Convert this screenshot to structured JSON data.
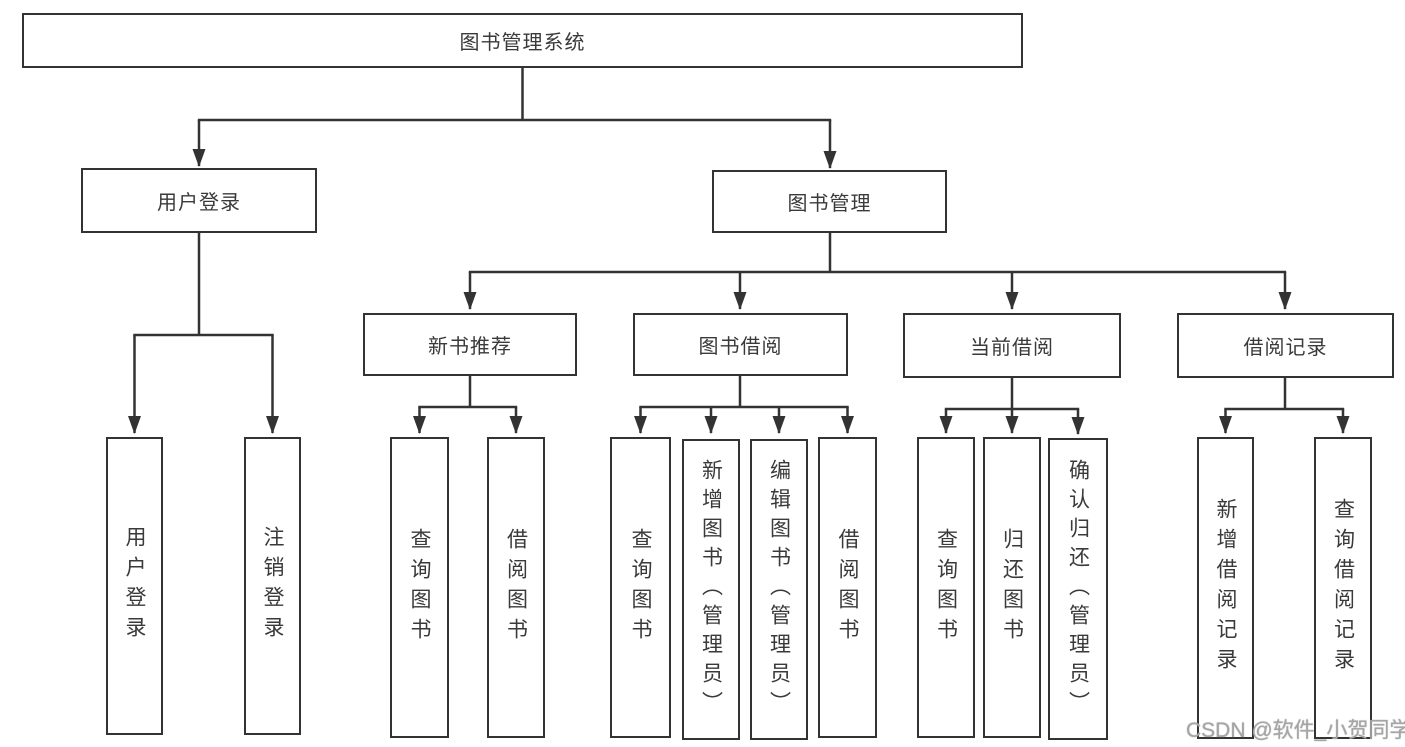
{
  "tree": {
    "label": "图书管理系统",
    "children": [
      {
        "label": "用户登录",
        "children": [
          {
            "label": "用户登录"
          },
          {
            "label": "注销登录"
          }
        ]
      },
      {
        "label": "图书管理",
        "children": [
          {
            "label": "新书推荐",
            "children": [
              {
                "label": "查询图书"
              },
              {
                "label": "借阅图书"
              }
            ]
          },
          {
            "label": "图书借阅",
            "children": [
              {
                "label": "查询图书"
              },
              {
                "label": "新增图书（管理员）"
              },
              {
                "label": "编辑图书（管理员）"
              },
              {
                "label": "借阅图书"
              }
            ]
          },
          {
            "label": "当前借阅",
            "children": [
              {
                "label": "查询图书"
              },
              {
                "label": "归还图书"
              },
              {
                "label": "确认归还（管理员）"
              }
            ]
          },
          {
            "label": "借阅记录",
            "children": [
              {
                "label": "新增借阅记录"
              },
              {
                "label": "查询借阅记录"
              }
            ]
          }
        ]
      }
    ]
  },
  "colors": {
    "line": "#333333",
    "box_border": "#333333",
    "text": "#3a3a3a",
    "watermark": "#a6a6a6"
  },
  "watermark": {
    "text": "CSDN @软件_小贺同学"
  }
}
